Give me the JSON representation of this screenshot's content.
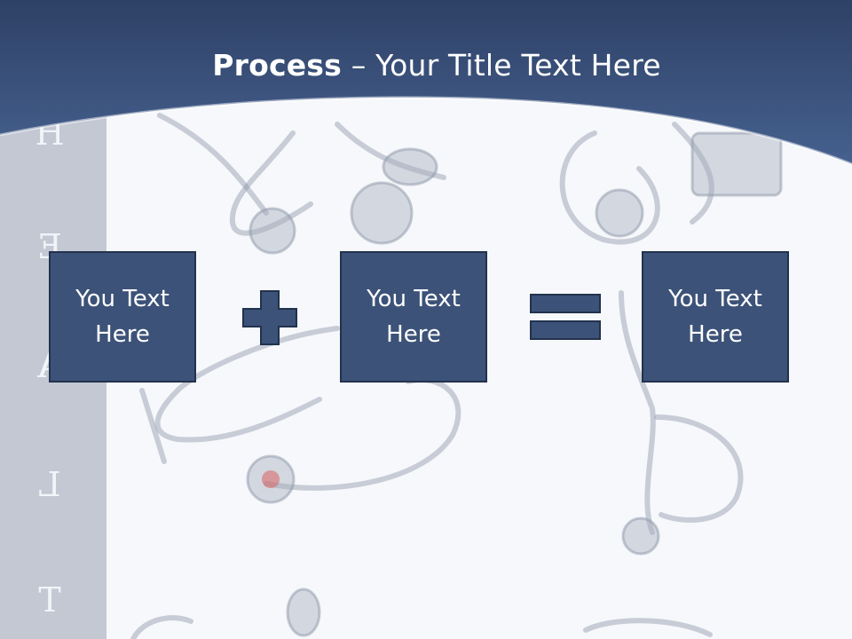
{
  "slide": {
    "title_bold": "Process",
    "title_separator": " – ",
    "title_rest": "Your Title Text Here",
    "side_letters": [
      "H",
      "E",
      "A",
      "L",
      "T"
    ],
    "boxes": [
      {
        "line1": "You Text",
        "line2": "Here"
      },
      {
        "line1": "You Text",
        "line2": "Here"
      },
      {
        "line1": "You Text",
        "line2": "Here"
      }
    ],
    "operators": [
      "plus-icon",
      "equals-icon"
    ],
    "colors": {
      "header": "#34486e",
      "box_fill": "#3c5278",
      "box_border": "#22324d",
      "side_strip": "#c3c8d3"
    }
  }
}
